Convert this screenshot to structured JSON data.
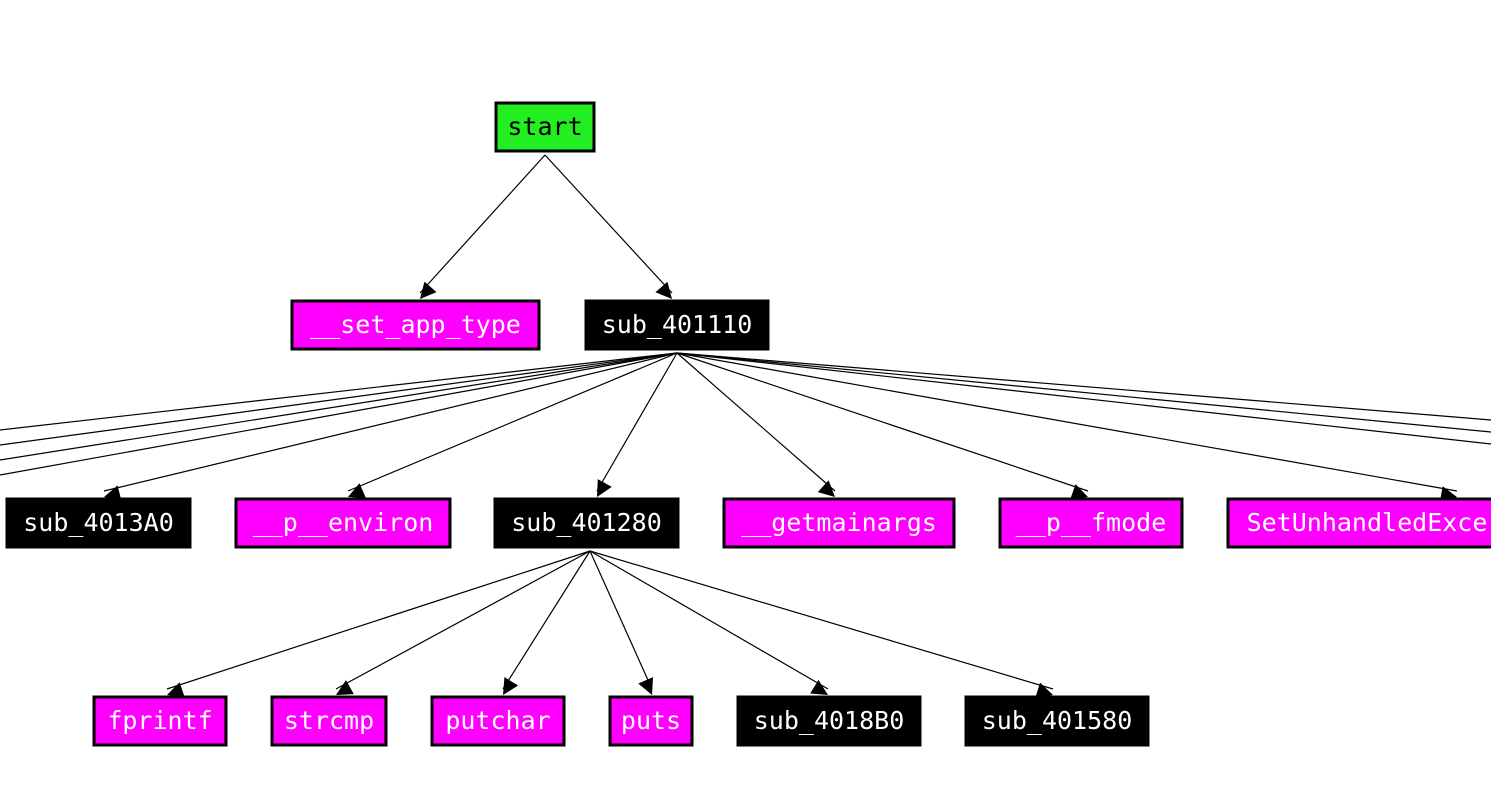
{
  "graph": {
    "colors": {
      "entry": "#22ee22",
      "import": "#ff00ff",
      "local": "#000000",
      "edge": "#000000",
      "border": "#000000",
      "entry_text": "#000000",
      "light_text": "#ffffff"
    },
    "nodes": [
      {
        "id": "start",
        "label": "start",
        "kind": "entry"
      },
      {
        "id": "set_app_type",
        "label": "__set_app_type",
        "kind": "import"
      },
      {
        "id": "sub_401110",
        "label": "sub_401110",
        "kind": "local"
      },
      {
        "id": "sub_4013A0",
        "label": "sub_4013A0",
        "kind": "local"
      },
      {
        "id": "p_environ",
        "label": "__p__environ",
        "kind": "import"
      },
      {
        "id": "sub_401280",
        "label": "sub_401280",
        "kind": "local"
      },
      {
        "id": "getmainargs",
        "label": "__getmainargs",
        "kind": "import"
      },
      {
        "id": "p_fmode",
        "label": "__p__fmode",
        "kind": "import"
      },
      {
        "id": "SetUnhandled",
        "label": "SetUnhandledExce",
        "kind": "import"
      },
      {
        "id": "fprintf",
        "label": "fprintf",
        "kind": "import"
      },
      {
        "id": "strcmp",
        "label": "strcmp",
        "kind": "import"
      },
      {
        "id": "putchar",
        "label": "putchar",
        "kind": "import"
      },
      {
        "id": "puts",
        "label": "puts",
        "kind": "import"
      },
      {
        "id": "sub_4018B0",
        "label": "sub_4018B0",
        "kind": "local"
      },
      {
        "id": "sub_401580",
        "label": "sub_401580",
        "kind": "local"
      }
    ],
    "edges": [
      {
        "from": "start",
        "to": "set_app_type"
      },
      {
        "from": "start",
        "to": "sub_401110"
      },
      {
        "from": "sub_401110",
        "to": "sub_4013A0"
      },
      {
        "from": "sub_401110",
        "to": "p_environ"
      },
      {
        "from": "sub_401110",
        "to": "sub_401280"
      },
      {
        "from": "sub_401110",
        "to": "getmainargs"
      },
      {
        "from": "sub_401110",
        "to": "p_fmode"
      },
      {
        "from": "sub_401110",
        "to": "SetUnhandled"
      },
      {
        "from": "sub_401280",
        "to": "fprintf"
      },
      {
        "from": "sub_401280",
        "to": "strcmp"
      },
      {
        "from": "sub_401280",
        "to": "putchar"
      },
      {
        "from": "sub_401280",
        "to": "puts"
      },
      {
        "from": "sub_401280",
        "to": "sub_4018B0"
      },
      {
        "from": "sub_401280",
        "to": "sub_401580"
      }
    ]
  }
}
